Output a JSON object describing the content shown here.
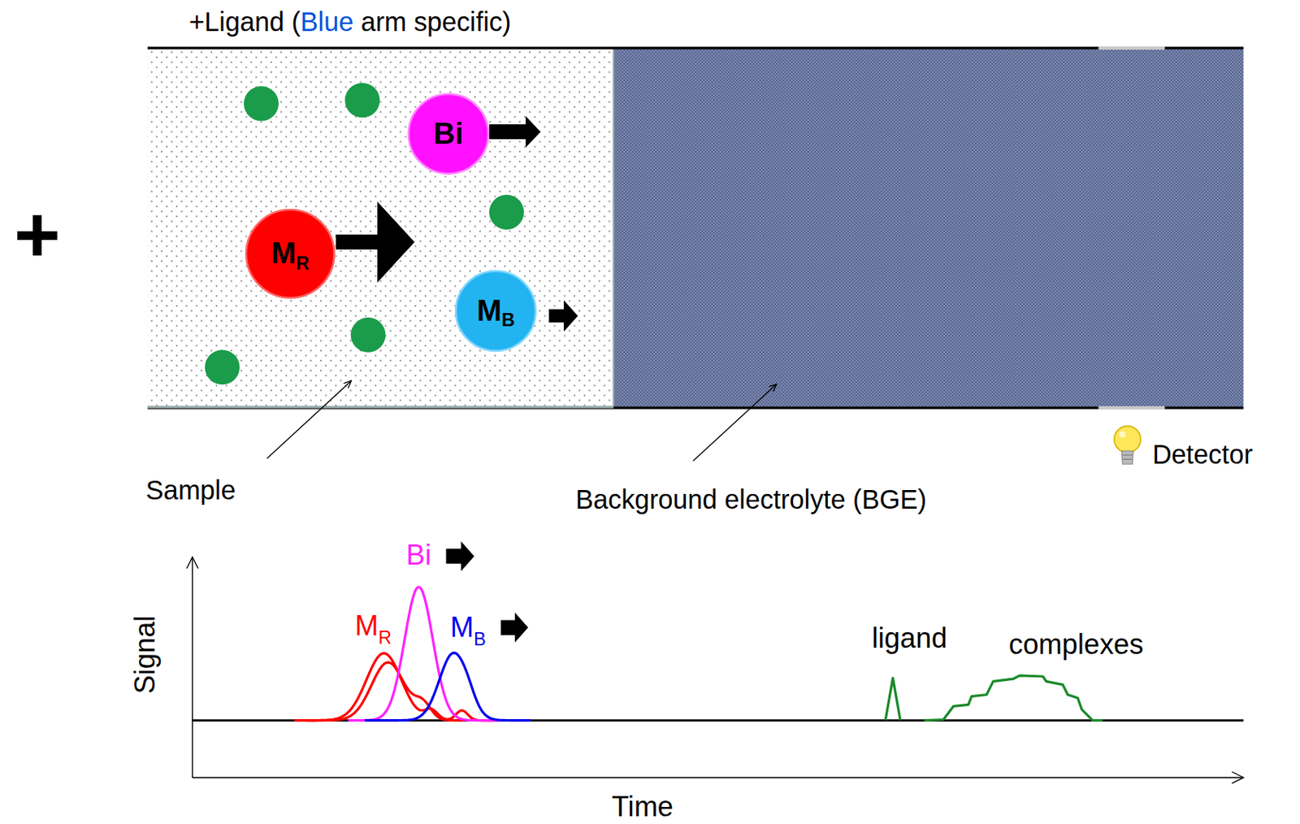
{
  "diagram": {
    "nodes": [
      {
        "text": [
          "Bi"
        ]
      },
      {
        "text": [
          "M",
          "R"
        ]
      },
      {
        "text": [
          "M",
          "B"
        ]
      }
    ],
    "labels": [
      "+Ligand (",
      "Blue",
      " arm specific)",
      "+",
      "Sample",
      "Background electrolyte (BGE)",
      "Detector",
      "Signal",
      "Time",
      "Bi",
      "M",
      "R",
      "M",
      "B",
      "ligand",
      "complexes"
    ]
  }
}
